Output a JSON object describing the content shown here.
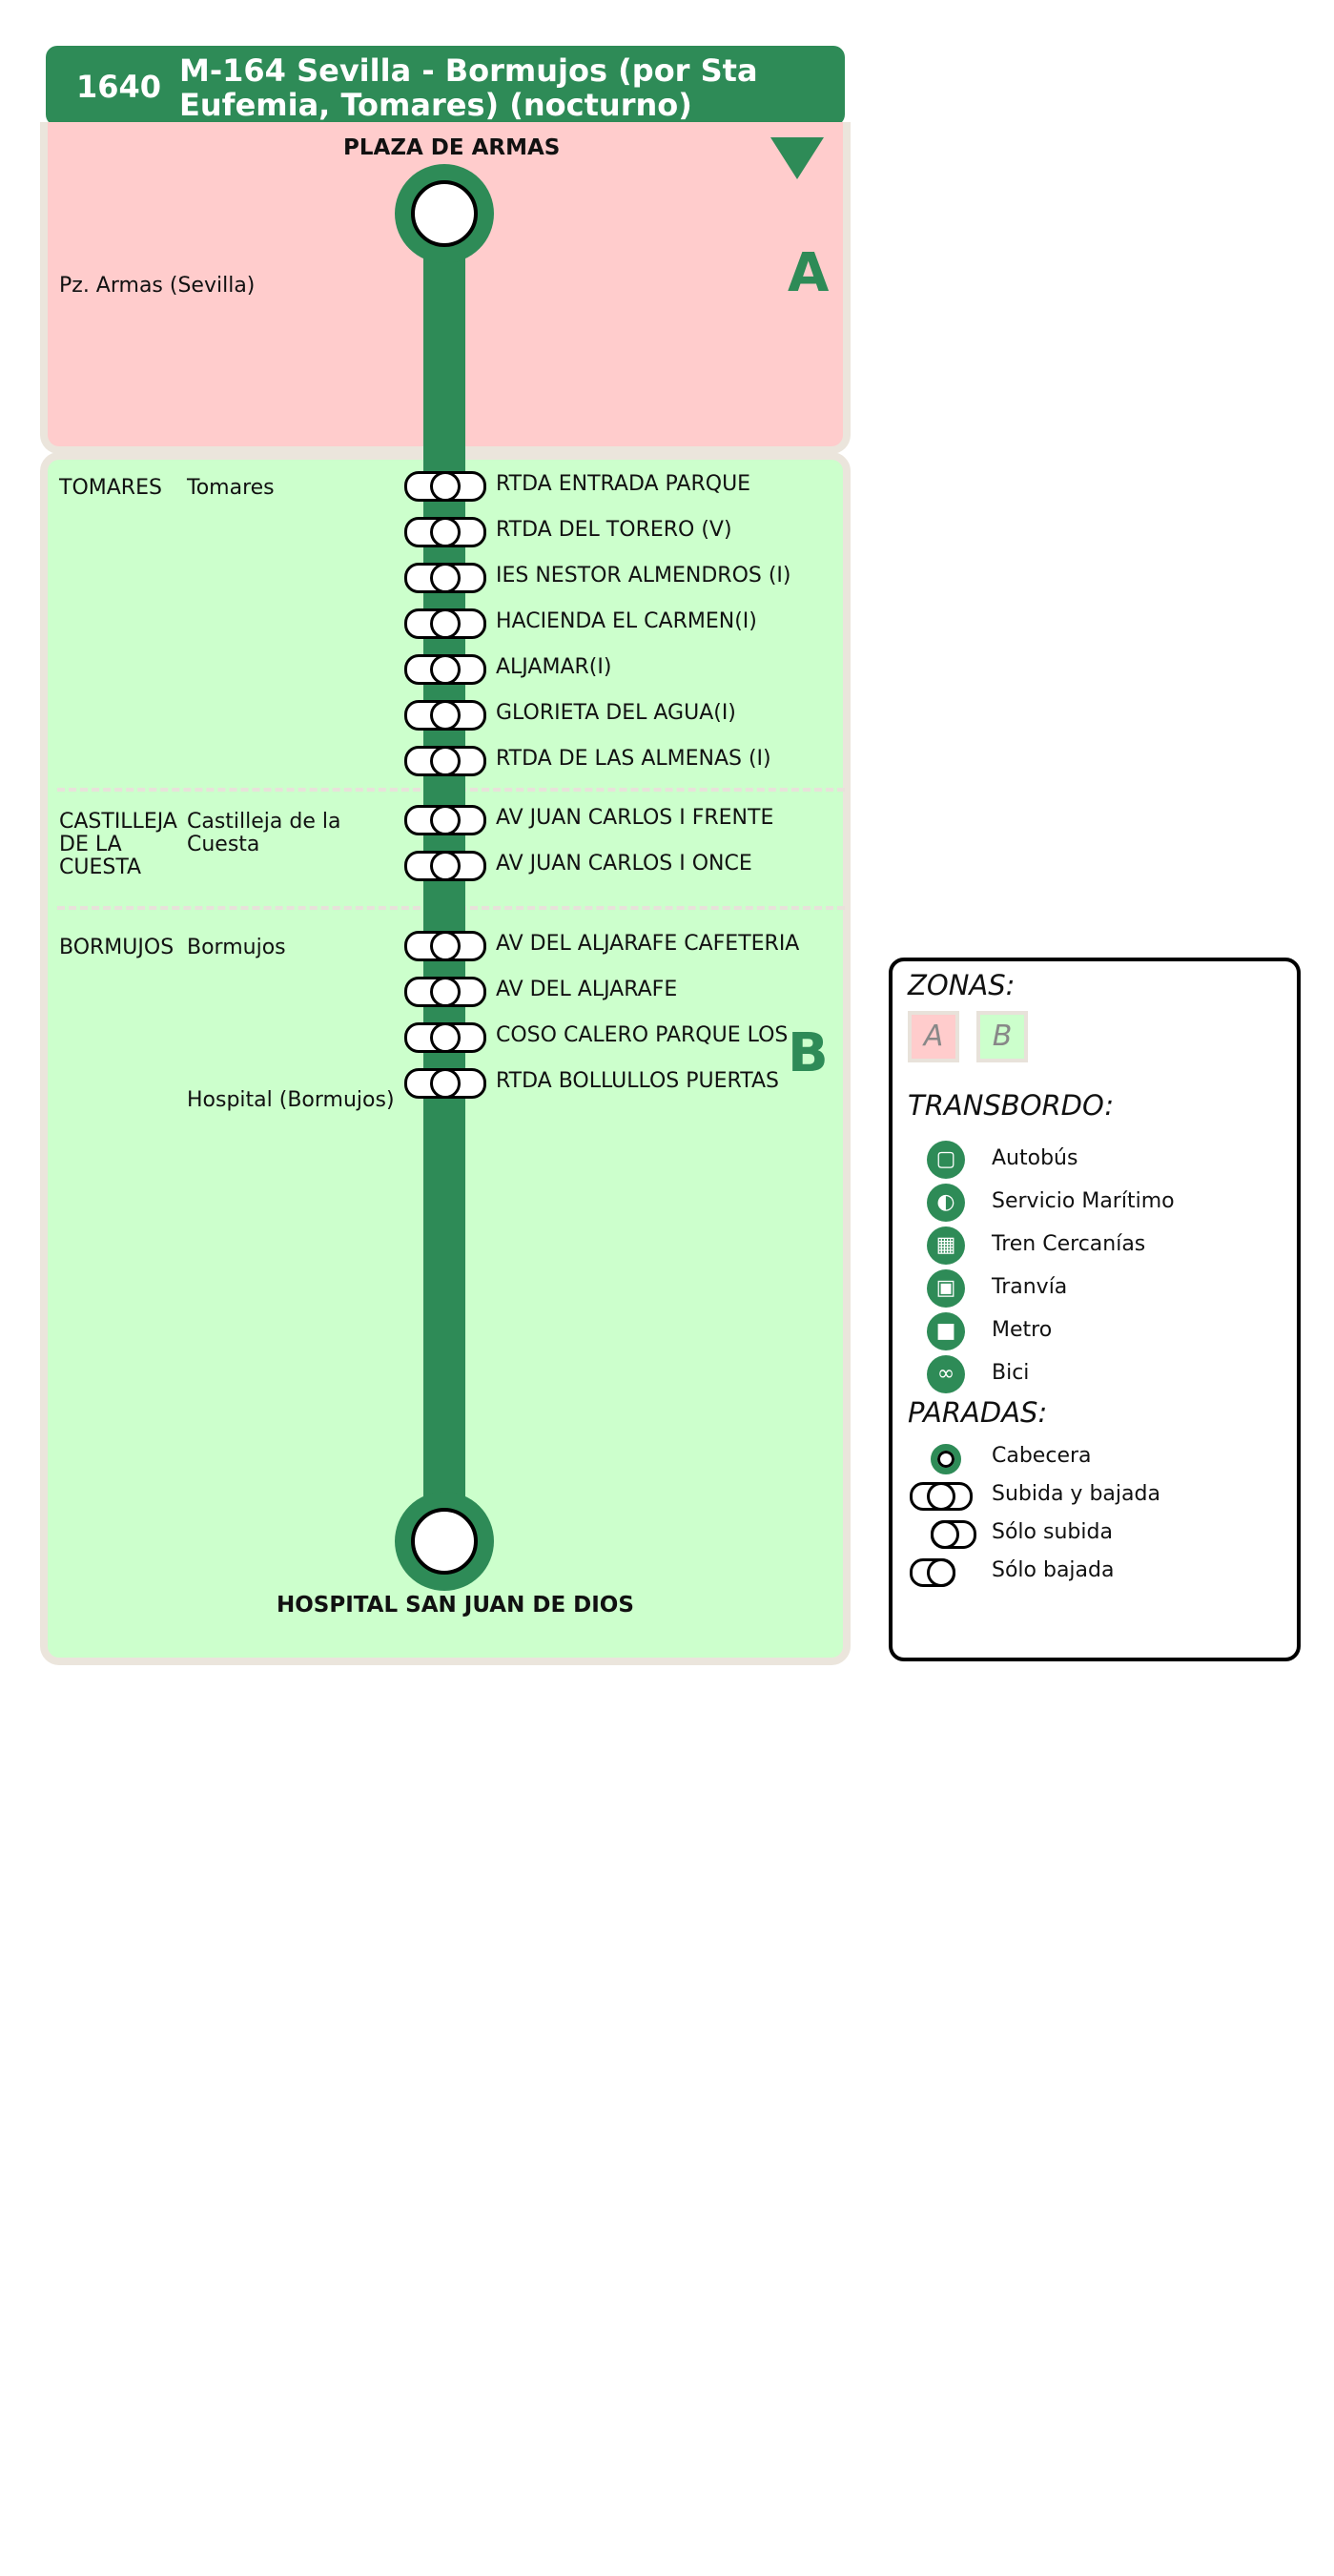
{
  "header": {
    "code": "1640",
    "title": "M-164 Sevilla - Bormujos (por Sta Eufemia, Tomares) (nocturno)"
  },
  "zones": {
    "a_label": "A",
    "b_label": "B"
  },
  "route": {
    "color": "#2e8b57",
    "start_terminal": "PLAZA DE ARMAS",
    "end_terminal": "HOSPITAL SAN JUAN DE DIOS",
    "stops": [
      "RTDA  ENTRADA  PARQUE",
      "RTDA  DEL TORERO (V)",
      "IES  NESTOR ALMENDROS (I)",
      "HACIENDA EL CARMEN(I)",
      "ALJAMAR(I)",
      "GLORIETA DEL AGUA(I)",
      "RTDA  DE LAS ALMENAS (I)",
      "AV JUAN CARLOS I FRENTE",
      "AV JUAN CARLOS I ONCE",
      "AV DEL ALJARAFE CAFETERIA",
      "AV DEL ALJARAFE",
      "COSO CALERO PARQUE LOS",
      "RTDA BOLLULLOS PUERTAS"
    ]
  },
  "municipalities": {
    "plaza": "Pz. Armas (Sevilla)",
    "tomares_muni": "TOMARES",
    "tomares_place": "Tomares",
    "castilleja_muni": "CASTILLEJA DE LA CUESTA",
    "castilleja_place": "Castilleja de la Cuesta",
    "bormujos_muni": "BORMUJOS",
    "bormujos_place": "Bormujos",
    "hospital_place": "Hospital (Bormujos)"
  },
  "legend": {
    "zonas_title": "ZONAS:",
    "zone_a": "A",
    "zone_b": "B",
    "transbordo_title": "TRANSBORDO:",
    "transfers": [
      "Autobús",
      "Servicio Marítimo",
      "Tren Cercanías",
      "Tranvía",
      "Metro",
      "Bici"
    ],
    "paradas_title": "PARADAS:",
    "stop_types": [
      "Cabecera",
      "Subida y bajada",
      "Sólo subida",
      "Sólo bajada"
    ]
  }
}
